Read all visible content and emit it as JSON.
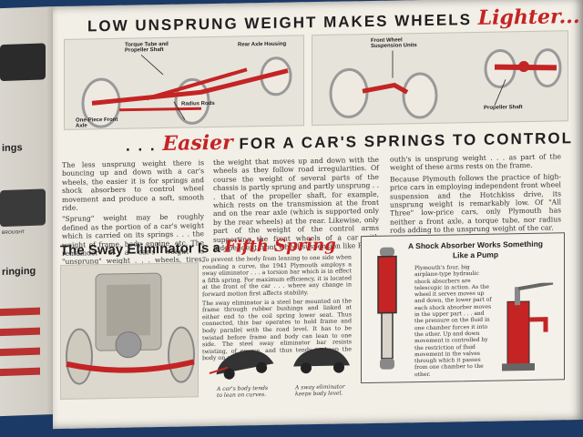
{
  "left_page": {
    "fragments": [
      "ings",
      "ringing"
    ],
    "badge_text": "BROUGHT"
  },
  "headline": {
    "prefix": "LOW UNSPRUNG WEIGHT MAKES WHEELS",
    "script": "Lighter..."
  },
  "top_labels": {
    "torque_tube": "Torque Tube and Propeller Shaft",
    "rear_axle": "Rear Axle Housing",
    "bodies_rods": "Radius Rods",
    "front_label": "One-Piece Front Axle",
    "front_wheel": "Front Wheel Suspension Units",
    "propeller": "Propeller Shaft"
  },
  "subhead": {
    "prefix": ". . .",
    "script": "Easier",
    "suffix": "FOR A CAR'S SPRINGS TO CONTROL"
  },
  "columns": {
    "col1_p1": "The less unsprung weight there is bouncing up and down with a car's wheels, the easier it is for springs and shock absorbers to control wheel movement and produce a soft, smooth ride.",
    "col1_p2": "\"Sprung\" weight may be roughly defined as the portion of a car's weight which is carried on its springs . . . the weight of frame, body, engine, etc. The remainder of a car's weight is \"unsprung\" weight . . . wheels, tires, rear axle, etc. This is",
    "col2": "the weight that moves up and down with the wheels as they follow road irregularities. Of course the weight of several parts of the chassis is partly sprung and partly unsprung . . . that of the propeller shaft, for example, which rests on the transmission at the front and on the rear axle (which is supported only by the rear wheels) at the rear. Likewise, only part of the weight of the control arms supporting the front wheels of a car with independent front wheel suspension like Plym-",
    "col3_p1": "outh's is unsprung weight . . . as part of the weight of these arms rests on the frame.",
    "col3_p2": "Because Plymouth follows the practice of high-price cars in employing independent front wheel suspension and the Hotchkiss drive, its unsprung weight is remarkably low. Of \"All Three\" low-price cars, only Plymouth has neither a front axle, a torque tube, nor radius rods adding to the unsprung weight of the car."
  },
  "sway": {
    "title_prefix": "The Sway Eliminator Is a",
    "title_script": "Fifth Spring",
    "p1": "To prevent the body from leaning to one side when rounding a curve, the 1941 Plymouth employs a sway eliminator . . . a torsion bar which is in effect a fifth spring. For maximum efficiency, it is located at the front of the car . . . where any change in forward motion first affects stability.",
    "p2": "The sway eliminator is a steel bar mounted on the frame through rubber bushings and linked at either end to the coil spring lower seat. Thus connected, this bar operates to hold frame and body parallel with the road level. It has to be twisted before frame and body can lean to one side. The steel sway eliminator bar resists twisting, of course, and thus tends to keep the body on an even keel.",
    "caption_left": "A car's body tends to lean on curves.",
    "caption_right": "A sway eliminator keeps body level."
  },
  "shock": {
    "title": "A Shock Absorber Works Something Like a Pump",
    "body": "Plymouth's four, big airplane-type hydraulic shock absorbers are telescopic in action. As the wheel it serves moves up and down, the lower part of each shock absorber moves in the upper part . . . and the pressure on the fluid in one chamber forces it into the other. Up and down movement is controlled by the restriction of fluid movement in the valves through which it passes from one chamber to the other."
  },
  "colors": {
    "accent_red": "#c42424",
    "page": "#f2efe7",
    "background": "#1c3a66"
  }
}
